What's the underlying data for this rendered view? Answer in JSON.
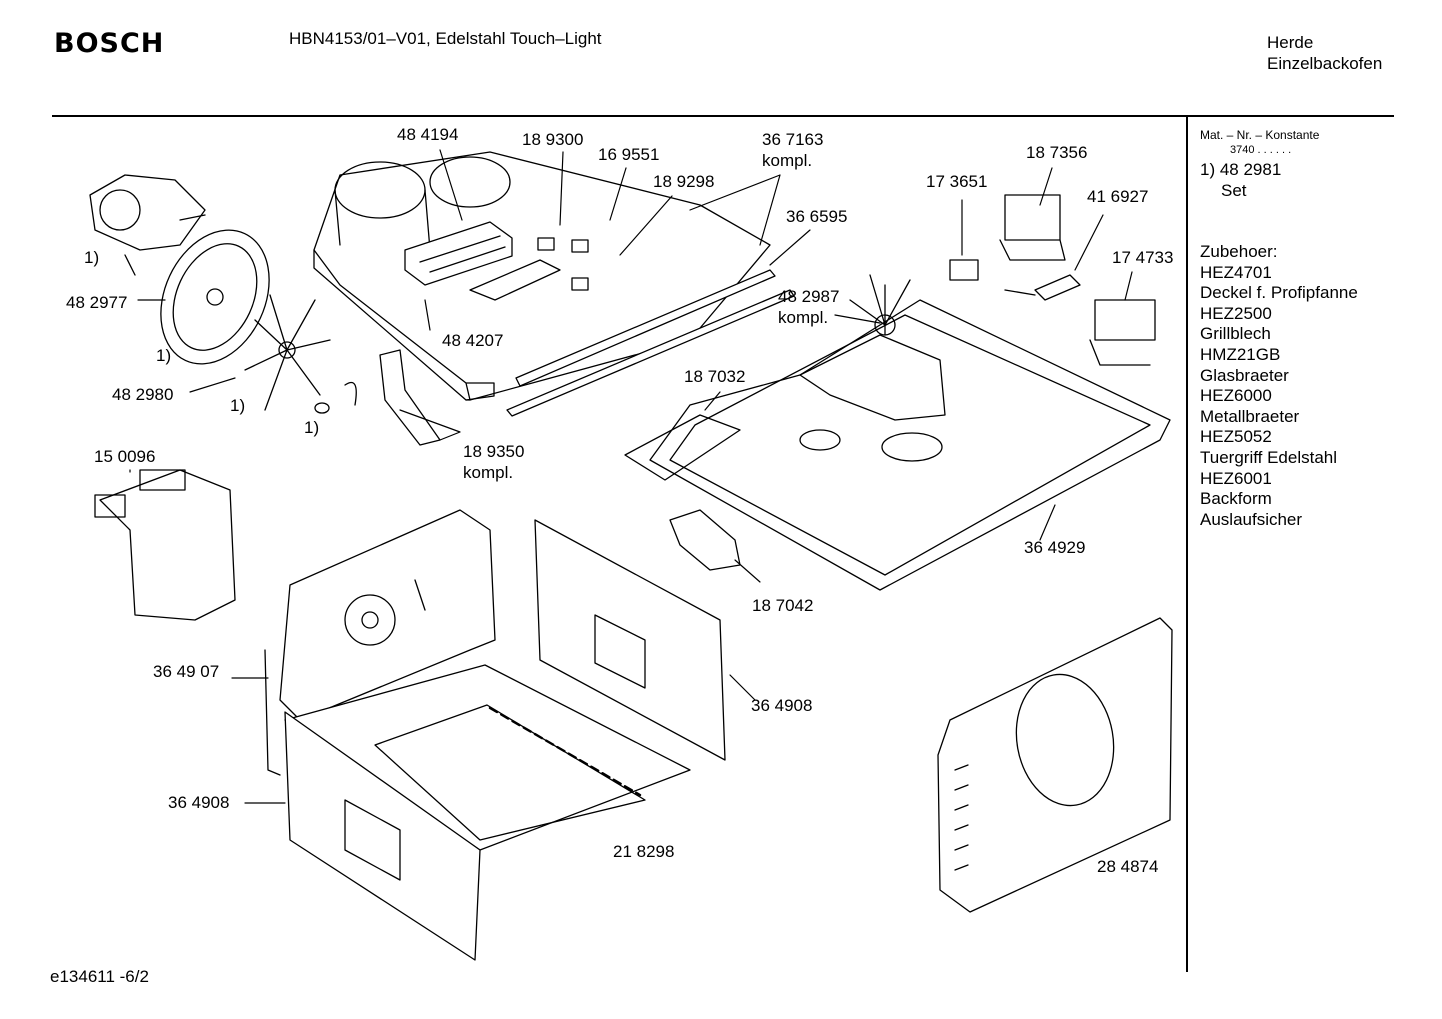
{
  "header": {
    "brand": "BOSCH",
    "model": "HBN4153/01–V01, Edelstahl Touch–Light",
    "category_line1": "Herde",
    "category_line2": "Einzelbackofen"
  },
  "sidebar": {
    "mat_header": "Mat. – Nr. – Konstante",
    "mat_code": "3740 . . . . . .",
    "note_line1": "1) 48 2981",
    "note_line2": "Set",
    "accessories_title": "Zubehoer:",
    "accessories": [
      "HEZ4701",
      "Deckel f. Profipfanne",
      "HEZ2500",
      "Grillblech",
      "HMZ21GB",
      "Glasbraeter",
      "HEZ6000",
      "Metallbraeter",
      "HEZ5052",
      "Tuergriff Edelstahl",
      "HEZ6001",
      "Backform",
      "Auslaufsicher"
    ]
  },
  "parts": {
    "p484194": "48 4194",
    "p189300": "18 9300",
    "p169551": "16 9551",
    "p189298": "18 9298",
    "p367163": "36 7163",
    "kompl_a": "kompl.",
    "p366595": "36 6595",
    "p187356": "18 7356",
    "p173651": "17 3651",
    "p416927": "41 6927",
    "p174733": "17 4733",
    "p482987": "48 2987",
    "kompl_b": "kompl.",
    "note_1a": "1)",
    "p482977": "48 2977",
    "note_1b": "1)",
    "p482980": "48 2980",
    "note_1c": "1)",
    "note_1d": "1)",
    "p484207": "48 4207",
    "p189350": "18 9350",
    "kompl_c": "kompl.",
    "p150096": "15 0096",
    "p187032": "18 7032",
    "p364929": "36 4929",
    "p187042": "18 7042",
    "p364907": "36 49 07",
    "p364908a": "36 4908",
    "p364908b": "36 4908",
    "p218298": "21 8298",
    "p284874": "28 4874"
  },
  "footer": {
    "doc_code": "e134611 -6/2"
  }
}
